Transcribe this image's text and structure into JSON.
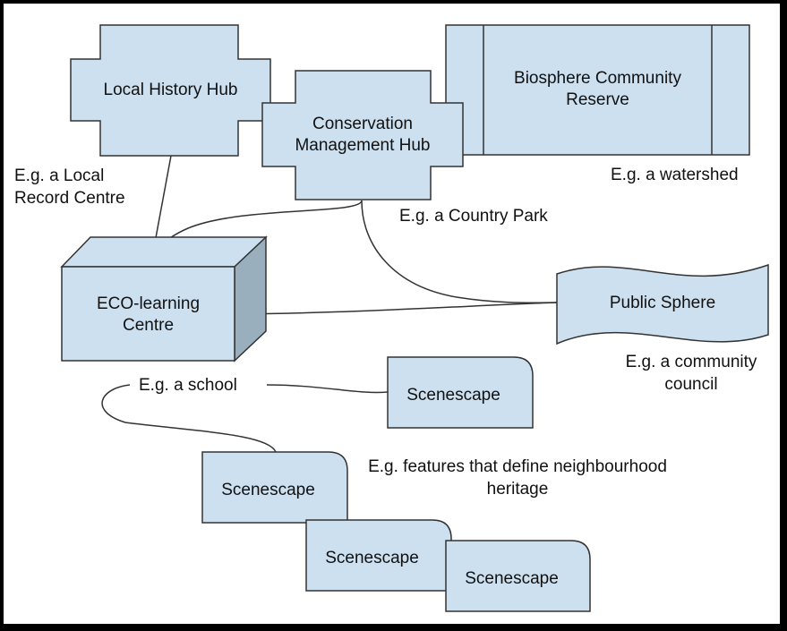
{
  "colors": {
    "frame": "#000000",
    "background": "#ffffff",
    "shape_fill": "#cce0f0",
    "shape_stroke": "#333333",
    "box_side": "#9aafbe",
    "text": "#111111"
  },
  "nodes": {
    "local_history_hub": "Local History Hub",
    "conservation_hub_line1": "Conservation",
    "conservation_hub_line2": "Management Hub",
    "biosphere_line1": "Biosphere Community",
    "biosphere_line2": "Reserve",
    "eco_centre_line1": "ECO-learning",
    "eco_centre_line2": "Centre",
    "public_sphere": "Public Sphere",
    "scenescape_1": "Scenescape",
    "scenescape_2": "Scenescape",
    "scenescape_3": "Scenescape",
    "scenescape_4": "Scenescape"
  },
  "labels": {
    "local_record_line1": "E.g. a Local",
    "local_record_line2": "Record Centre",
    "country_park": "E.g. a Country Park",
    "watershed": "E.g. a watershed",
    "community_council_line1": "E.g. a community",
    "community_council_line2": "council",
    "school": "E.g. a school",
    "heritage_line1": "E.g. features that define neighbourhood",
    "heritage_line2": "heritage"
  }
}
